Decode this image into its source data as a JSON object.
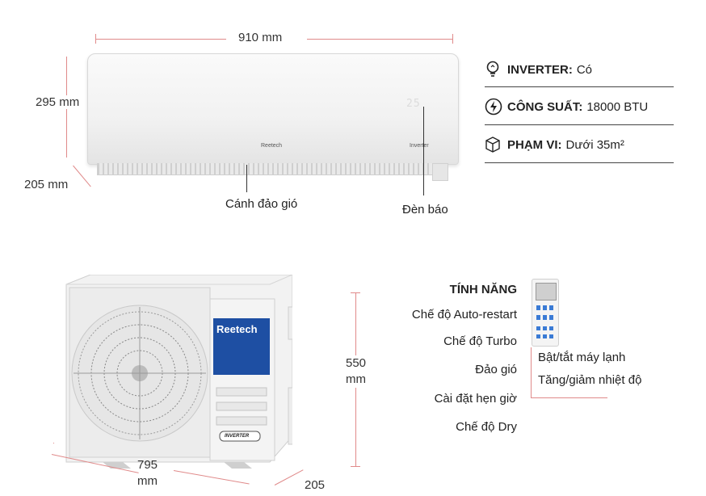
{
  "indoor": {
    "width_label": "910 mm",
    "height_label": "295 mm",
    "depth_label": "205 mm",
    "brand_text": "Reetech",
    "inverter_text": "Inverter",
    "display_text": "25",
    "louver_label": "Cánh đảo gió",
    "indicator_label": "Đèn báo"
  },
  "specs": [
    {
      "icon": "bulb-icon",
      "key": "INVERTER:",
      "value": "Có"
    },
    {
      "icon": "power-icon",
      "key": "CÔNG SUẤT:",
      "value": "18000 BTU"
    },
    {
      "icon": "cube-icon",
      "key": "PHẠM VI:",
      "value": "Dưới 35m²"
    }
  ],
  "outdoor": {
    "brand_text": "Reetech",
    "height_label_line1": "550",
    "height_label_line2": "mm",
    "width_label_line1": "795",
    "width_label_line2": "mm",
    "depth_label": "205",
    "inverter_badge": "INVERTER"
  },
  "features": {
    "title": "TÍNH NĂNG",
    "items": [
      "Chế độ Auto-restart",
      "Chế độ Turbo",
      "Đảo gió",
      "Cài đặt hẹn giờ",
      "Chế độ  Dry"
    ],
    "remote_items": [
      "Bật/tắt máy lạnh",
      "Tăng/giảm nhiệt độ"
    ]
  },
  "colors": {
    "dimension_line": "#e08a8a",
    "spec_line": "#444444"
  }
}
